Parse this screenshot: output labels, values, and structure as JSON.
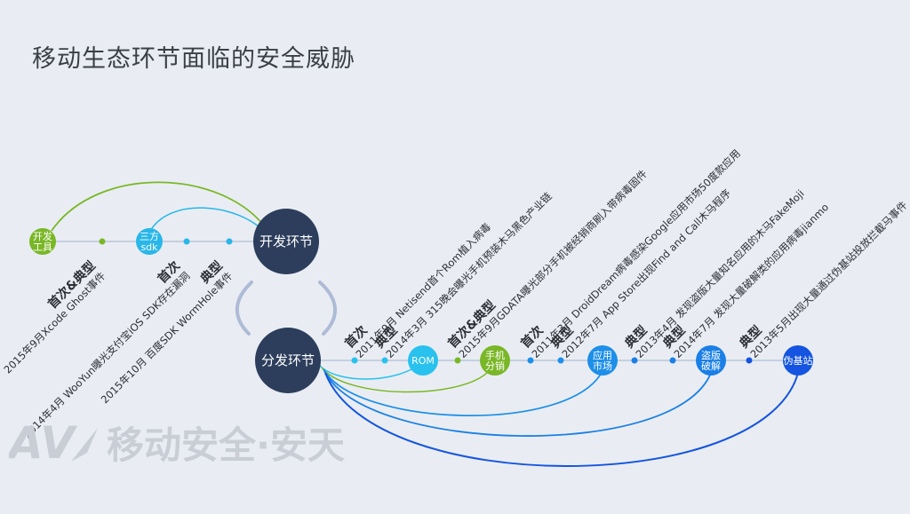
{
  "title": "移动生态环节面临的安全威胁",
  "hubs": {
    "dev": "开发环节",
    "dist": "分发环节"
  },
  "dev_nodes": [
    {
      "id": "dev-tools",
      "l1": "开发",
      "l2": "工具",
      "color": "#7ab727"
    },
    {
      "id": "third-sdk",
      "l1": "三方",
      "l2": "sdk",
      "color": "#29b6e8"
    }
  ],
  "dist_nodes": [
    {
      "id": "rom",
      "l1": "ROM",
      "l2": "",
      "color": "#29c1ee"
    },
    {
      "id": "vendor",
      "l1": "手机",
      "l2": "分销",
      "color": "#7ab727"
    },
    {
      "id": "market",
      "l1": "应用",
      "l2": "市场",
      "color": "#1d8fe8"
    },
    {
      "id": "crack",
      "l1": "盗版",
      "l2": "破解",
      "color": "#1a7fe6"
    },
    {
      "id": "fakebase",
      "l1": "伪基站",
      "l2": "",
      "color": "#1454e0"
    }
  ],
  "dev_events": [
    {
      "tag": "首次&典型",
      "text": "2015年9月Xcode Ghost事件"
    },
    {
      "tag": "首次",
      "text": "2014年4月 WooYun曝光支付宝iOS SDK存在漏洞"
    },
    {
      "tag": "典型",
      "text": "2015年10月 百度SDK WormHole事件"
    }
  ],
  "dist_events": [
    {
      "tag": "首次",
      "text": "2011年9月 Netisend首个Rom植入病毒"
    },
    {
      "tag": "典型",
      "text": "2014年3月 315晚会曝光手机预装木马黑色产业链"
    },
    {
      "tag": "首次&典型",
      "text": "2015年9月GDATA曝光部分手机被经销商刷入带病毒固件"
    },
    {
      "tag": "首次",
      "text": "2011年3月 DroidDream病毒感染Google应用市场50度款应用"
    },
    {
      "tag": "典型",
      "text": "2012年7月 App Store出现Find and Call木马程序"
    },
    {
      "tag": "典型",
      "text": "2013年4月 发现盗版大量知名应用的木马FakeMoji"
    },
    {
      "tag": "典型",
      "text": "2014年7月 发现大量破解类的应用病毒jianmo"
    },
    {
      "tag": "典型",
      "text": "2013年5月出现大量通过伪基站投放拦截马事件"
    }
  ],
  "watermark": {
    "brand": "AV",
    "text": "移动安全·安天"
  }
}
